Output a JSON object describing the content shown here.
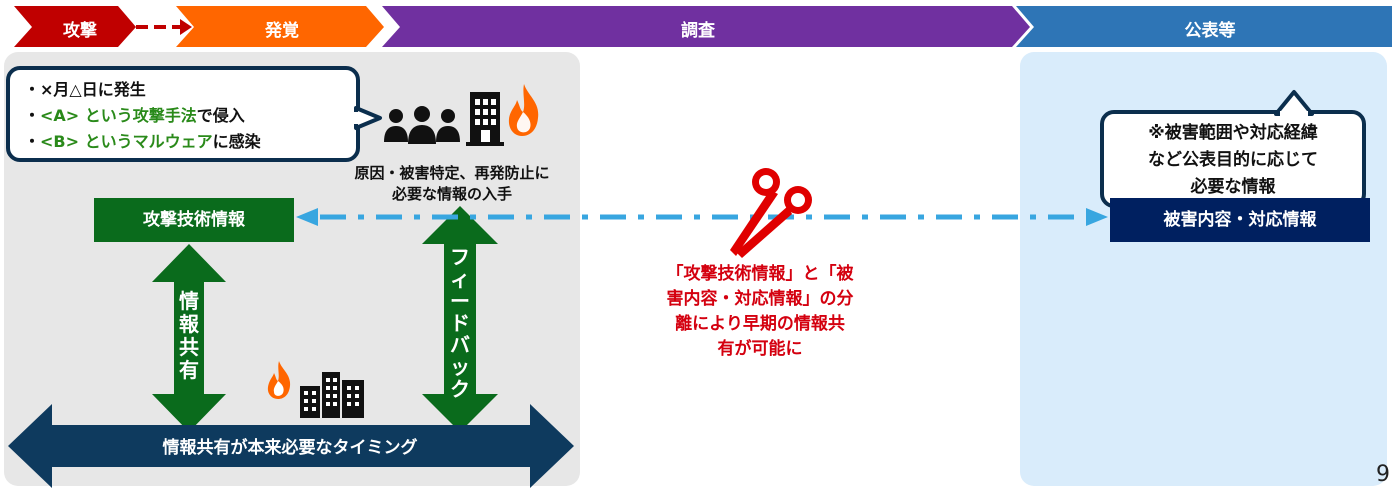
{
  "phases": {
    "attack": "攻撃",
    "discovery": "発覚",
    "investigation": "調査",
    "publication": "公表等"
  },
  "callout_left": {
    "lines": [
      {
        "bullet": "・",
        "pre": "×月△日に発生",
        "green": "",
        "post": ""
      },
      {
        "bullet": "・",
        "pre": "",
        "green": "<A> という攻撃手法",
        "post": "で侵入"
      },
      {
        "bullet": "・",
        "pre": "",
        "green": "<B> というマルウェア",
        "post": "に感染"
      }
    ]
  },
  "caption_top": {
    "line1": "原因・被害特定、再発防止に",
    "line2": "必要な情報の入手"
  },
  "attack_info_label": "攻撃技術情報",
  "info_share_vertical": [
    "情",
    "報",
    "共",
    "有"
  ],
  "feedback_vertical": [
    "フ",
    "ィ",
    "ー",
    "ド",
    "バ",
    "ッ",
    "ク"
  ],
  "timing_label": "情報共有が本来必要なタイミング",
  "red_note": {
    "line1": "「攻撃技術情報」と「被",
    "line2": "害内容・対応情報」の分",
    "line3": "離により早期の情報共",
    "line4": "有が可能に"
  },
  "callout_right": {
    "line1": "※被害範囲や対応経緯",
    "line2": "など公表目的に応じて",
    "line3": "必要な情報"
  },
  "damage_info_label": "被害内容・対応情報",
  "page_number": "9",
  "colors": {
    "attack": "#c00000",
    "discovery": "#ff6600",
    "investigation": "#7030a0",
    "publication": "#2e75b6",
    "green": "#0a6b1c",
    "navy": "#0e3a5e",
    "dark_navy": "#002060",
    "red": "#e00000",
    "dashed_blue": "#38a6e0"
  }
}
